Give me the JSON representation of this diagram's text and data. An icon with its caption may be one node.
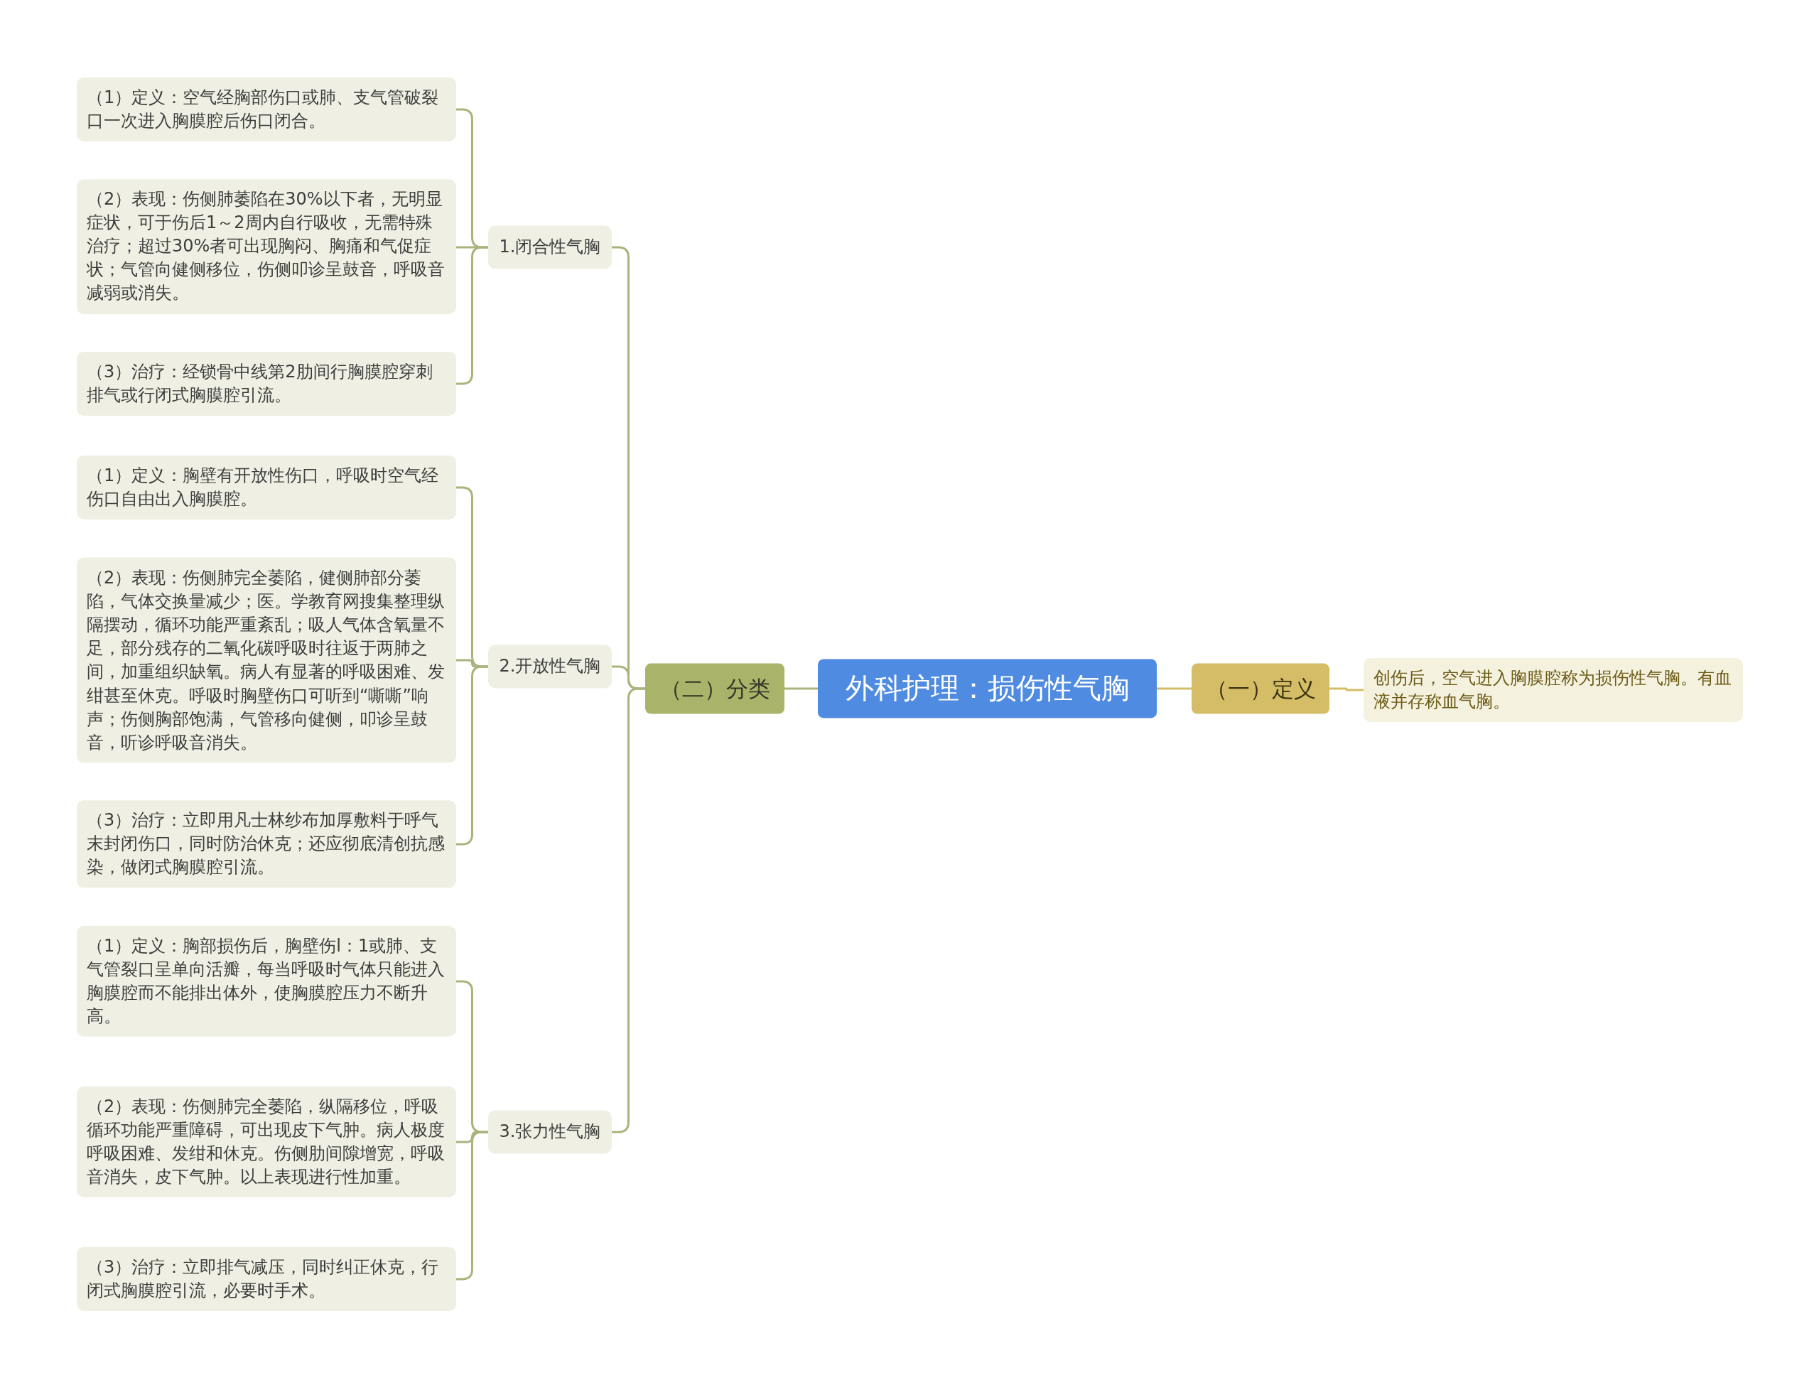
{
  "diagram": {
    "nodes": [
      {
        "text": [
          "外科护理：损伤性气胸"
        ]
      },
      {
        "text": [
          "（一）定义"
        ]
      },
      {
        "text": [
          "创伤后，空气进入胸膜腔称为损伤性气胸。有血液并存称血气胸。"
        ]
      },
      {
        "text": [
          "（二）分类"
        ]
      },
      {
        "text": [
          "1.闭合性气胸"
        ]
      },
      {
        "text": [
          "（1）定义：空气经胸部伤口或肺、支气管破裂口一次进入胸膜腔后伤口闭合。"
        ]
      },
      {
        "text": [
          "（2）表现：伤侧肺萎陷在30%以下者，无明显症状，可于伤后1～2周内自行吸收，无需特殊治疗；超过30%者可出现胸闷、胸痛和气促症状；气管向健侧移位，伤侧叩诊呈鼓音，呼吸音减弱或消失。"
        ]
      },
      {
        "text": [
          "（3）治疗：经锁骨中线第2肋间行胸膜腔穿刺排气或行闭式胸膜腔引流。"
        ]
      },
      {
        "text": [
          "2.开放性气胸"
        ]
      },
      {
        "text": [
          "（1）定义：胸壁有开放性伤口，呼吸时空气经伤口自由出入胸膜腔。"
        ]
      },
      {
        "text": [
          "（2）表现：伤侧肺完全萎陷，健侧肺部分萎陷，气体交换量减少；医。学教育网搜集整理纵隔摆动，循环功能严重紊乱；吸人气体含氧量不足，部分残存的二氧化碳呼吸时往返于两肺之间，加重组织缺氧。病人有显著的呼吸困难、发绀甚至休克。呼吸时胸壁伤口可听到“嘶嘶”响声；伤侧胸部饱满，气管移向健侧，叩诊呈鼓音，听诊呼吸音消失。"
        ]
      },
      {
        "text": [
          "（3）治疗：立即用凡士林纱布加厚敷料于呼气末封闭伤口，同时防治休克；还应彻底清创抗感染，做闭式胸膜腔引流。"
        ]
      },
      {
        "text": [
          "3.张力性气胸"
        ]
      },
      {
        "text": [
          "（1）定义：胸部损伤后，胸壁伤l：1或肺、支气管裂口呈单向活瓣，每当呼吸时气体只能进入胸膜腔而不能排出体外，使胸膜腔压力不断升高。"
        ]
      },
      {
        "text": [
          "（2）表现：伤侧肺完全萎陷，纵隔移位，呼吸循环功能严重障碍，可出现皮下气肿。病人极度呼吸困难、发绀和休克。伤侧肋间隙增宽，呼吸音消失，皮下气肿。以上表现进行性加重。"
        ]
      },
      {
        "text": [
          "（3）治疗：立即排气减压，同时纠正休克，行闭式胸膜腔引流，必要时手术。"
        ]
      }
    ],
    "edges": [
      {
        "from": 0,
        "to": 1,
        "arrow": "none",
        "color": "#d4bd66"
      },
      {
        "from": 1,
        "to": 2,
        "arrow": "none",
        "color": "#d4bd66"
      },
      {
        "from": 0,
        "to": 3,
        "arrow": "none"
      },
      {
        "from": 3,
        "to": 4,
        "arrow": "none"
      },
      {
        "from": 3,
        "to": 8,
        "arrow": "none"
      },
      {
        "from": 3,
        "to": 12,
        "arrow": "none"
      },
      {
        "from": 4,
        "to": 5,
        "arrow": "none"
      },
      {
        "from": 4,
        "to": 6,
        "arrow": "none"
      },
      {
        "from": 4,
        "to": 7,
        "arrow": "none"
      },
      {
        "from": 8,
        "to": 9,
        "arrow": "none"
      },
      {
        "from": 8,
        "to": 10,
        "arrow": "none"
      },
      {
        "from": 8,
        "to": 11,
        "arrow": "none"
      },
      {
        "from": 12,
        "to": 13,
        "arrow": "none"
      },
      {
        "from": 12,
        "to": 14,
        "arrow": "none"
      },
      {
        "from": 12,
        "to": 15,
        "arrow": "none"
      }
    ]
  }
}
